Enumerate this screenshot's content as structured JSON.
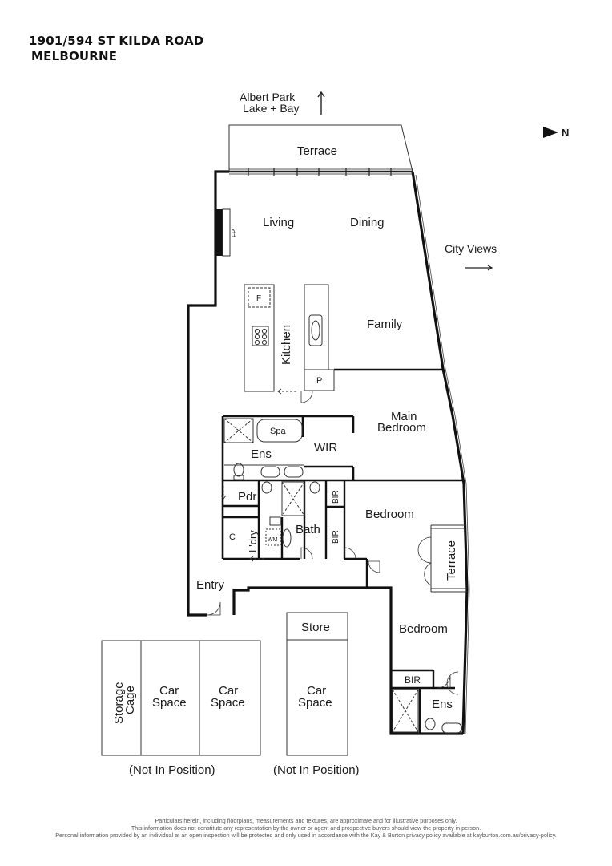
{
  "header": {
    "address_line1": "1901/594 ST KILDA ROAD",
    "address_line2": "MELBOURNE"
  },
  "compass": {
    "label": "N"
  },
  "orientation": {
    "albert_park_line1": "Albert Park",
    "albert_park_line2": "Lake + Bay",
    "city_views": "City Views"
  },
  "rooms": {
    "terrace_top": "Terrace",
    "living": "Living",
    "dining": "Dining",
    "fireplace": "FP",
    "fridge": "F",
    "kitchen": "Kitchen",
    "family": "Family",
    "pantry": "P",
    "spa": "Spa",
    "ensuite_main": "Ens",
    "wir": "WIR",
    "main_bedroom_line1": "Main",
    "main_bedroom_line2": "Bedroom",
    "powder": "Pdr",
    "bir_1": "BIR",
    "bir_2": "BIR",
    "bedroom_2": "Bedroom",
    "cupboard": "C",
    "laundry": "L'dry",
    "washing_machine": "WM",
    "bath": "Bath",
    "terrace_side": "Terrace",
    "entry": "Entry",
    "bedroom_3": "Bedroom",
    "bir_3": "BIR",
    "ensuite_3": "Ens"
  },
  "parking": {
    "storage_line1": "Storage",
    "storage_line2": "Cage",
    "car_space_1_line1": "Car",
    "car_space_1_line2": "Space",
    "car_space_2_line1": "Car",
    "car_space_2_line2": "Space",
    "store": "Store",
    "car_space_3_line1": "Car",
    "car_space_3_line2": "Space",
    "not_in_position_1": "(Not In Position)",
    "not_in_position_2": "(Not In Position)"
  },
  "disclaimer": {
    "line1": "Particulars herein, including floorplans, measurements and textures, are approximate and for illustrative purposes only.",
    "line2": "This information does not constitute any representation by the owner or agent and prospective buyers should view the property in person.",
    "line3": "Personal information provided by an individual at an open inspection will be protected and only used in accordance with the Kay & Burton privacy policy available at kayburton.com.au/privacy-policy."
  },
  "colors": {
    "wall": "#111111",
    "line": "#333333",
    "text": "#1a1a1a"
  }
}
